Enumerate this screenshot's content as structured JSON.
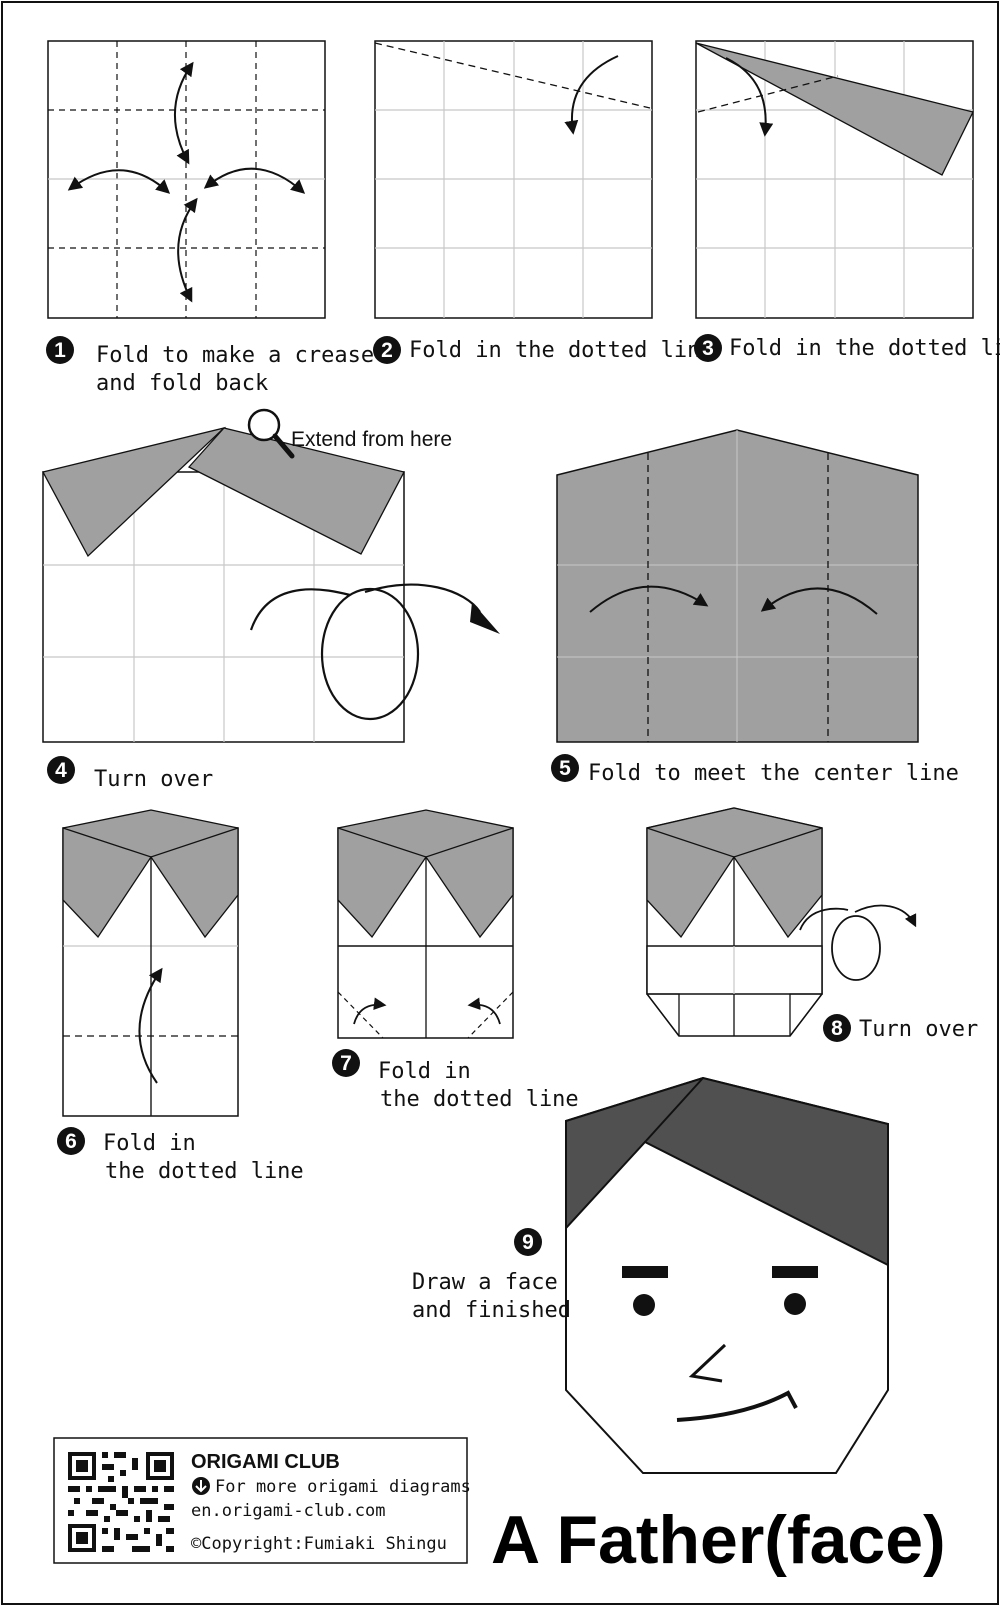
{
  "title": "A Father(face)",
  "steps": [
    {
      "number": "1",
      "lines": [
        "Fold to make a crease",
        "and fold back"
      ]
    },
    {
      "number": "2",
      "lines": [
        "Fold in the dotted line"
      ]
    },
    {
      "number": "3",
      "lines": [
        "Fold in the dotted line"
      ]
    },
    {
      "number": "4",
      "lines": [
        "Turn over"
      ],
      "callout": "Extend from here"
    },
    {
      "number": "5",
      "lines": [
        "Fold to meet the center line"
      ]
    },
    {
      "number": "6",
      "lines": [
        "Fold in",
        "the dotted line"
      ]
    },
    {
      "number": "7",
      "lines": [
        "Fold in",
        "the dotted line"
      ]
    },
    {
      "number": "8",
      "lines": [
        "Turn over"
      ]
    },
    {
      "number": "9",
      "lines": [
        "Draw a face",
        "and finished"
      ]
    }
  ],
  "footer": {
    "brand": "ORIGAMI CLUB",
    "more": "For more origami diagrams",
    "url": "en.origami-club.com",
    "copyright": "©Copyright:Fumiaki Shingu",
    "qr_icon": "qr-code-icon",
    "download_icon": "download-arrow-icon"
  },
  "colors": {
    "paper_gray": "#a0a0a0",
    "hair": "#505050",
    "grid": "#c8c8c8",
    "ink": "#111111"
  }
}
